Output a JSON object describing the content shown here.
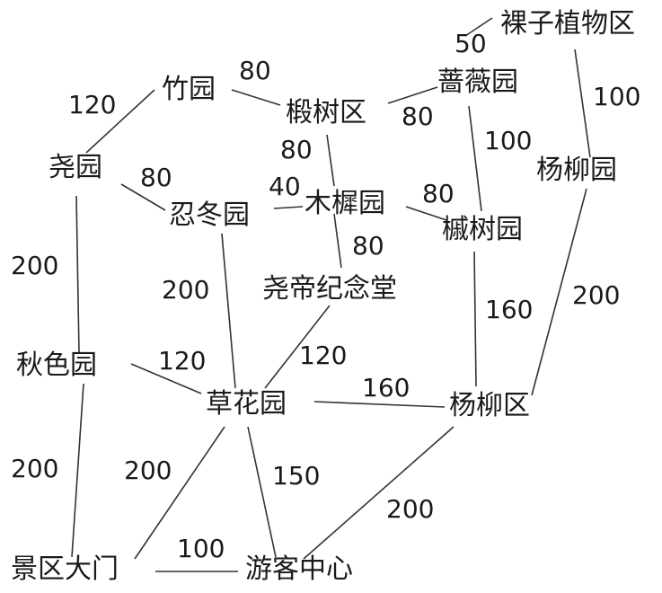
{
  "graph": {
    "nodes": [
      {
        "id": "luozi",
        "label": "裸子植物区"
      },
      {
        "id": "zhuyuan",
        "label": "竹园"
      },
      {
        "id": "suoshu",
        "label": "椴树区"
      },
      {
        "id": "qiangwei",
        "label": "蔷薇园"
      },
      {
        "id": "yaoyuan",
        "label": "尧园"
      },
      {
        "id": "yangliuyuan",
        "label": "杨柳园"
      },
      {
        "id": "rendong",
        "label": "忍冬园"
      },
      {
        "id": "muxi",
        "label": "木樨园"
      },
      {
        "id": "qishu",
        "label": "槭树园"
      },
      {
        "id": "yaodi",
        "label": "尧帝纪念堂"
      },
      {
        "id": "qiuse",
        "label": "秋色园"
      },
      {
        "id": "caohua",
        "label": "草花园"
      },
      {
        "id": "yangliuqu",
        "label": "杨柳区"
      },
      {
        "id": "jingqu",
        "label": "景区大门"
      },
      {
        "id": "youke",
        "label": "游客中心"
      }
    ],
    "edges": [
      {
        "from": "qiangwei",
        "to": "luozi",
        "weight": "50"
      },
      {
        "from": "zhuyuan",
        "to": "suoshu",
        "weight": "80"
      },
      {
        "from": "suoshu",
        "to": "qiangwei",
        "weight": "80"
      },
      {
        "from": "yaoyuan",
        "to": "zhuyuan",
        "weight": "120"
      },
      {
        "from": "luozi",
        "to": "yangliuyuan",
        "weight": "100"
      },
      {
        "from": "qiangwei",
        "to": "qishu",
        "weight": "100"
      },
      {
        "from": "suoshu",
        "to": "muxi",
        "weight": "80"
      },
      {
        "from": "yaoyuan",
        "to": "rendong",
        "weight": "80"
      },
      {
        "from": "rendong",
        "to": "muxi",
        "weight": "40"
      },
      {
        "from": "muxi",
        "to": "qishu",
        "weight": "80"
      },
      {
        "from": "muxi",
        "to": "yaodi",
        "weight": "80"
      },
      {
        "from": "yaoyuan",
        "to": "qiuse",
        "weight": "200"
      },
      {
        "from": "rendong",
        "to": "caohua",
        "weight": "200"
      },
      {
        "from": "yangliuyuan",
        "to": "yangliuqu",
        "weight": "200"
      },
      {
        "from": "qishu",
        "to": "yangliuqu",
        "weight": "160"
      },
      {
        "from": "qiuse",
        "to": "caohua",
        "weight": "120"
      },
      {
        "from": "yaodi",
        "to": "caohua",
        "weight": "120"
      },
      {
        "from": "caohua",
        "to": "yangliuqu",
        "weight": "160"
      },
      {
        "from": "qiuse",
        "to": "jingqu",
        "weight": "200"
      },
      {
        "from": "caohua",
        "to": "jingqu",
        "weight": "200"
      },
      {
        "from": "caohua",
        "to": "youke",
        "weight": "150"
      },
      {
        "from": "yangliuqu",
        "to": "youke",
        "weight": "200"
      },
      {
        "from": "jingqu",
        "to": "youke",
        "weight": "100"
      }
    ]
  }
}
